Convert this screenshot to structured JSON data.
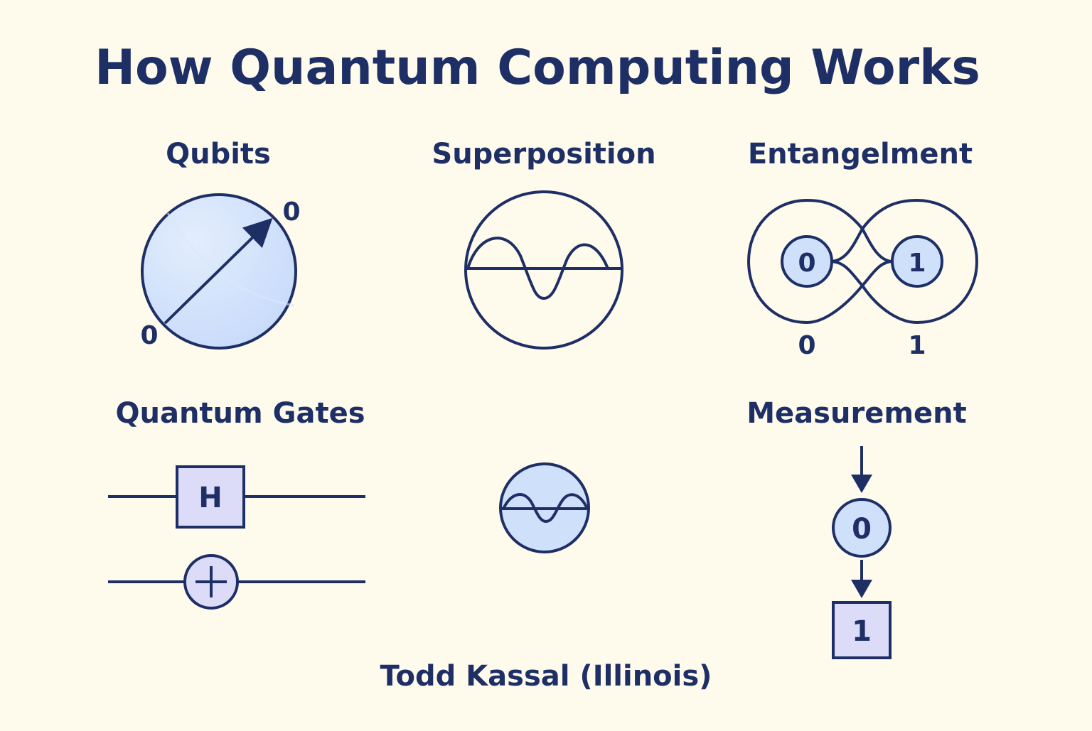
{
  "title": "How Quantum Computing Works",
  "credit": "Todd Kassal (Illinois)",
  "colors": {
    "background": "#fefaec",
    "ink": "#1e2f66",
    "fill_blue": "#cfe0fb",
    "fill_lavender": "#dcdcf8"
  },
  "sections": {
    "qubits": {
      "heading": "Qubits",
      "top_label": "0",
      "bottom_label": "0"
    },
    "superposition": {
      "heading": "Superposition"
    },
    "entanglement": {
      "heading": "Entangelment",
      "left_state": "0",
      "right_state": "1",
      "left_label": "0",
      "right_label": "1"
    },
    "gates": {
      "heading": "Quantum Gates",
      "gate_label": "H"
    },
    "measurement": {
      "heading": "Measurement",
      "state_in": "0",
      "result": "1"
    }
  },
  "icons": [
    "bloch-sphere-icon",
    "wave-circle-icon",
    "entangled-loops-icon",
    "hadamard-gate-icon",
    "cnot-target-icon",
    "small-wave-icon",
    "down-arrow-icon"
  ]
}
